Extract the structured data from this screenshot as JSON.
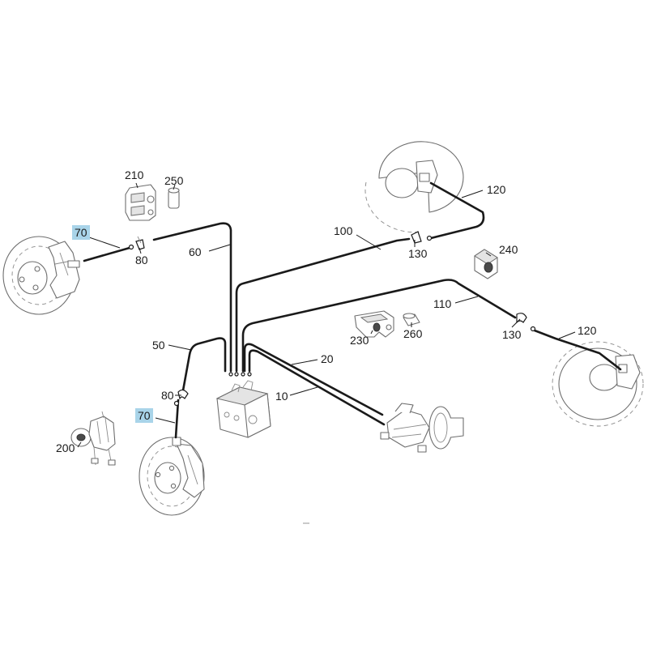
{
  "callouts": {
    "c10": "10",
    "c20": "20",
    "c50": "50",
    "c60": "60",
    "c70a": "70",
    "c70b": "70",
    "c80a": "80",
    "c80b": "80",
    "c100": "100",
    "c110": "110",
    "c120a": "120",
    "c120b": "120",
    "c130a": "130",
    "c130b": "130",
    "c200": "200",
    "c210": "210",
    "c230": "230",
    "c240": "240",
    "c250": "250",
    "c260": "260"
  },
  "colors": {
    "highlight": "#a9d4e9",
    "line": "#1a1a1a",
    "part_outline": "#6e6e6e"
  }
}
